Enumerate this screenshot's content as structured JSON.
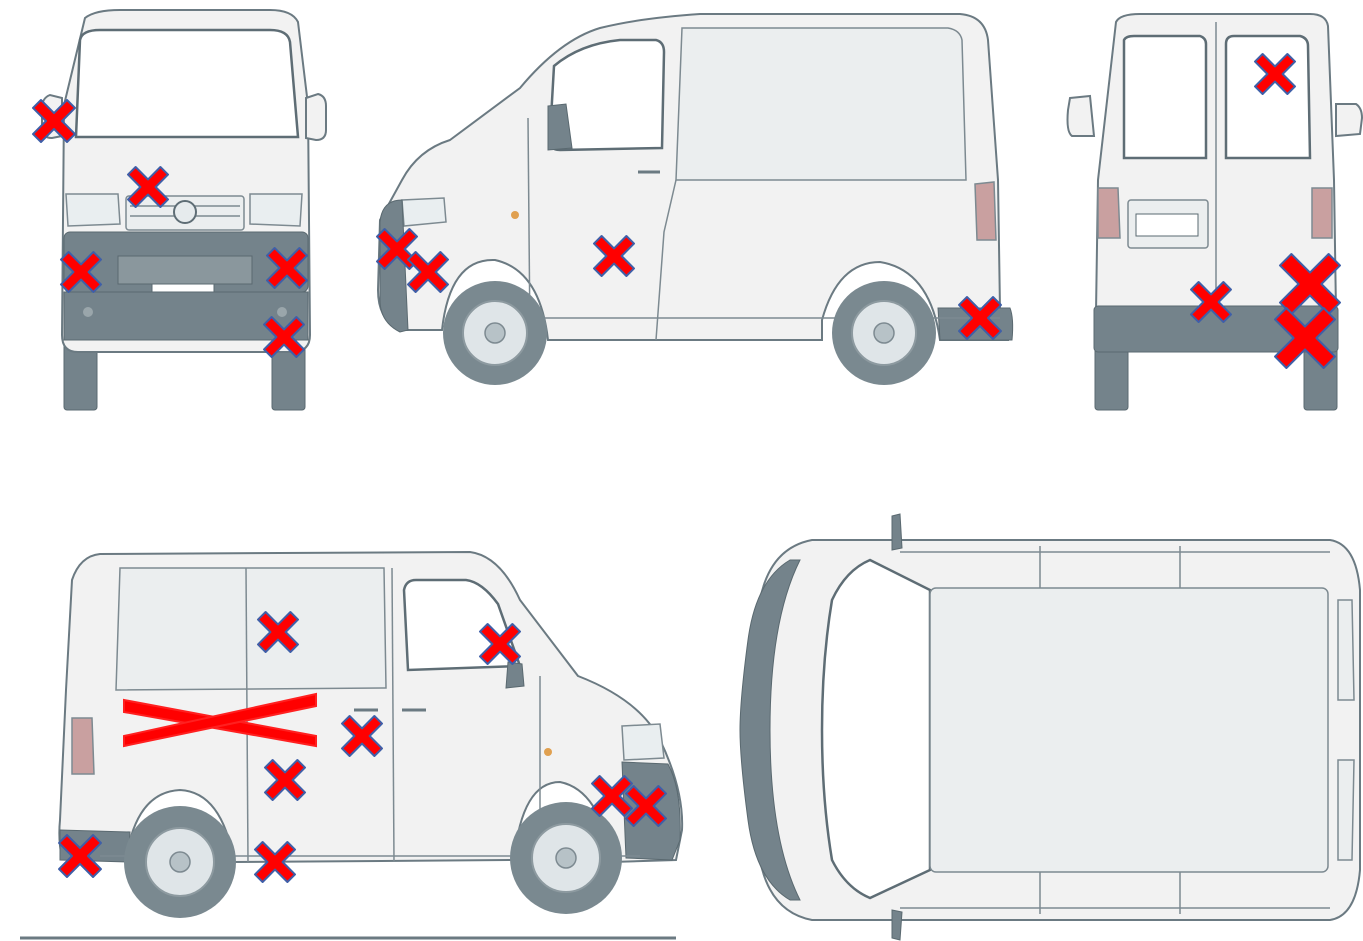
{
  "diagram": {
    "views": [
      {
        "id": "front",
        "name": "front-view"
      },
      {
        "id": "right-side",
        "name": "right-side-view"
      },
      {
        "id": "rear",
        "name": "rear-view"
      },
      {
        "id": "left-side",
        "name": "left-side-view"
      },
      {
        "id": "top",
        "name": "top-view"
      }
    ],
    "damage_marker": {
      "color_fill": "#ff0000",
      "color_outline": "#3f5fa8",
      "symbol": "cross-mark"
    },
    "damage_counts": {
      "front": 5,
      "right-side": 4,
      "rear": 4,
      "left-side": 9,
      "top": 0
    }
  }
}
